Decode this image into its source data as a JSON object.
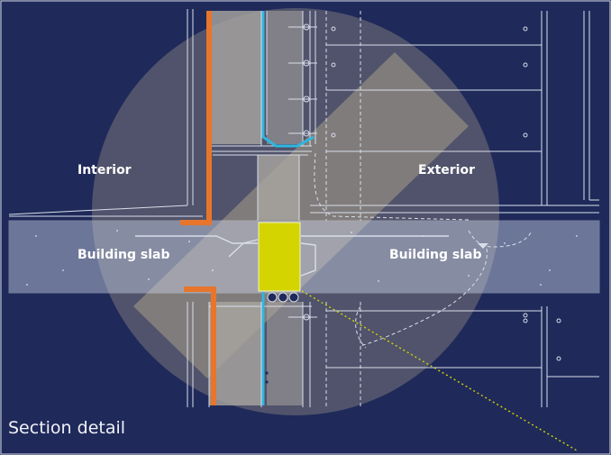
{
  "labels": {
    "interior": "Interior",
    "exterior": "Exterior",
    "slab_left": "Building slab",
    "slab_right": "Building slab",
    "caption": "Section detail"
  },
  "colors": {
    "background": "#1f2a5a",
    "line": "#d9deea",
    "slab": "#c9d2e6",
    "insulation": "#a9a6a0",
    "fire_barrier": "#e8752b",
    "membrane": "#2fb6e0",
    "firestop": "#d4d400",
    "highlight": "#ffe9a8",
    "leader": "#d4d400"
  }
}
